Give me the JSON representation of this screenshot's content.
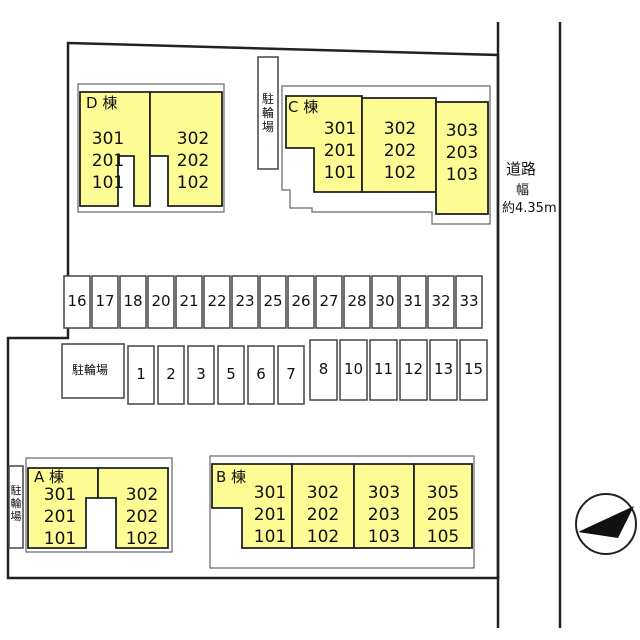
{
  "buildings": {
    "d": {
      "title": "D 棟",
      "units": [
        {
          "upper": "301",
          "mid": "201",
          "lower": "101"
        },
        {
          "upper": "302",
          "mid": "202",
          "lower": "102"
        }
      ]
    },
    "c": {
      "title": "C 棟",
      "units": [
        {
          "upper": "301",
          "mid": "201",
          "lower": "101"
        },
        {
          "upper": "302",
          "mid": "202",
          "lower": "102"
        },
        {
          "upper": "303",
          "mid": "203",
          "lower": "103"
        }
      ]
    },
    "a": {
      "title": "A 棟",
      "units": [
        {
          "upper": "301",
          "mid": "201",
          "lower": "101"
        },
        {
          "upper": "302",
          "mid": "202",
          "lower": "102"
        }
      ]
    },
    "b": {
      "title": "B 棟",
      "units": [
        {
          "upper": "301",
          "mid": "201",
          "lower": "101"
        },
        {
          "upper": "302",
          "mid": "202",
          "lower": "102"
        },
        {
          "upper": "303",
          "mid": "203",
          "lower": "103"
        },
        {
          "upper": "305",
          "mid": "205",
          "lower": "105"
        }
      ]
    }
  },
  "bike_parking": {
    "top_label": "駐輪場",
    "mid_label": "駐輪場",
    "left_label": "駐輪場"
  },
  "parking_row_upper": [
    "16",
    "17",
    "18",
    "20",
    "21",
    "22",
    "23",
    "25",
    "26",
    "27",
    "28",
    "30",
    "31",
    "32",
    "33"
  ],
  "parking_row_lower": [
    "1",
    "2",
    "3",
    "5",
    "6",
    "7",
    "8",
    "10",
    "11",
    "12",
    "13",
    "15"
  ],
  "road": {
    "name": "道路",
    "width_label": "幅",
    "width_value": "約4.35m"
  },
  "colors": {
    "unit_fill": "#fdfb93",
    "outline": "#222222",
    "background": "#ffffff"
  },
  "icons": {
    "compass": "north-arrow-icon"
  }
}
